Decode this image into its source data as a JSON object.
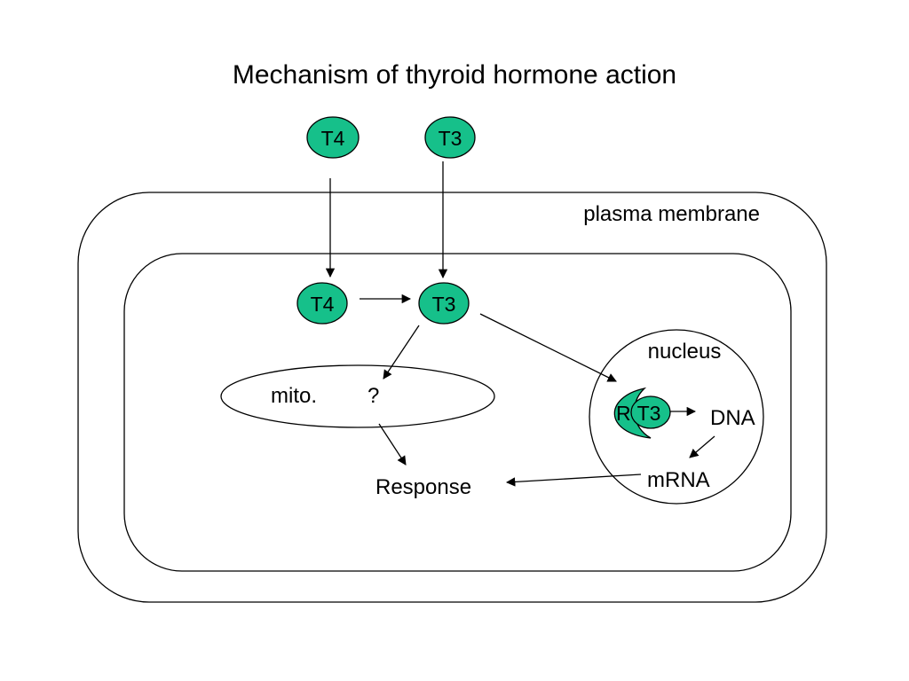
{
  "title": "Mechanism of thyroid hormone action",
  "colors": {
    "hormone_fill": "#16c08a",
    "stroke": "#000000",
    "background": "#ffffff"
  },
  "hormones": {
    "t4_outside": "T4",
    "t3_outside": "T3",
    "t4_inside": "T4",
    "t3_inside": "T3",
    "t3_bound": "T3"
  },
  "labels": {
    "plasma_membrane": "plasma membrane",
    "nucleus": "nucleus",
    "mito": "mito.",
    "unknown": "?",
    "receptor": "R",
    "dna": "DNA",
    "mrna": "mRNA",
    "response": "Response"
  }
}
